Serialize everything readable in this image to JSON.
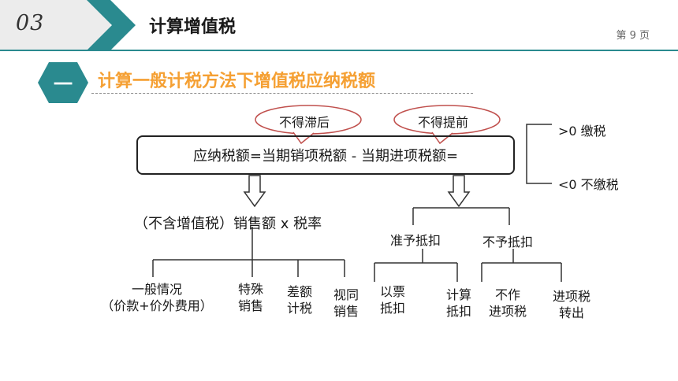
{
  "header": {
    "section_number": "03",
    "title": "计算增值税",
    "page_label": "第 9 页",
    "accent_color": "#2a8a8f"
  },
  "subtitle": {
    "badge": "一",
    "text": "计算一般计税方法下增值税应纳税额",
    "color": "#f5a033"
  },
  "callouts": {
    "left": "不得滞后",
    "right": "不得提前"
  },
  "formula": "应纳税额=当期销项税额 - 当期进项税额=",
  "outcomes": {
    "positive": ">0 缴税",
    "negative": "<0 不缴税"
  },
  "left_branch": {
    "label": "（不含增值税）销售额 x 税率",
    "items": [
      {
        "line1": "一般情况",
        "line2": "（价款+价外费用）"
      },
      {
        "line1": "特殊",
        "line2": "销售"
      },
      {
        "line1": "差额",
        "line2": "计税"
      },
      {
        "line1": "视同",
        "line2": "销售"
      }
    ]
  },
  "right_branch": {
    "allow": {
      "label": "准予抵扣",
      "items": [
        {
          "line1": "以票",
          "line2": "抵扣"
        },
        {
          "line1": "计算",
          "line2": "抵扣"
        }
      ]
    },
    "deny": {
      "label": "不予抵扣",
      "items": [
        {
          "line1": "不作",
          "line2": "进项税"
        },
        {
          "line1": "进项税",
          "line2": "转出"
        }
      ]
    }
  }
}
